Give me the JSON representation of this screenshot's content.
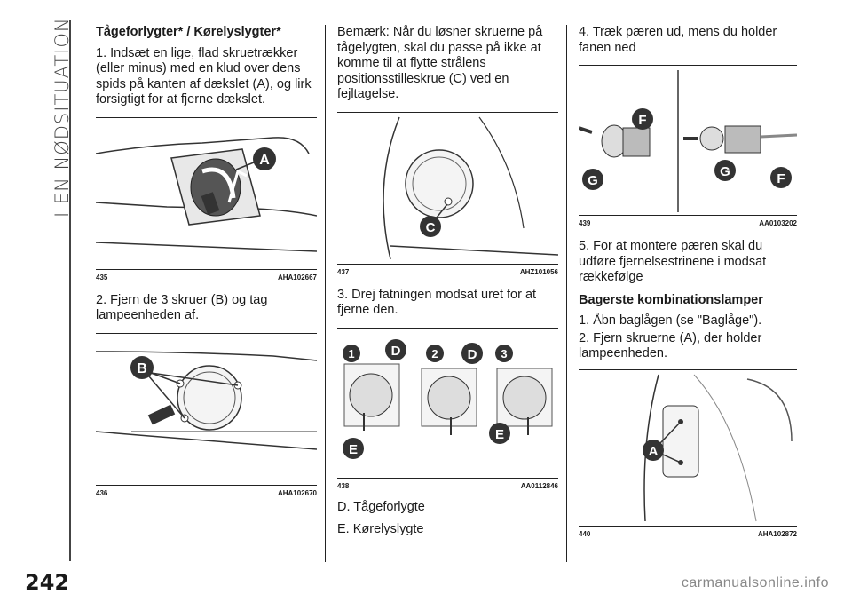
{
  "side_title": "I EN NØDSITUATION",
  "page_number": "242",
  "footer": "carmanualsonline.info",
  "col1": {
    "heading": "Tågeforlygter* / Kørelyslygter*",
    "p1": "1. Indsæt en lige, flad skruetrækker (eller minus) med en klud over dens spids på kanten af dækslet (A), og lirk forsigtigt for at fjerne dækslet.",
    "fig1": {
      "num": "435",
      "code": "AHA102667",
      "label": "A"
    },
    "p2": "2. Fjern de 3 skruer (B) og tag lampeenheden af.",
    "fig2": {
      "num": "436",
      "code": "AHA102670",
      "label": "B"
    }
  },
  "col2": {
    "p1": "Bemærk: Når du løsner skruerne på tågelygten, skal du passe på ikke at komme til at flytte strålens positionsstilleskrue (C) ved en fejltagelse.",
    "fig1": {
      "num": "437",
      "code": "AHZ101056",
      "label": "C"
    },
    "p2": "3. Drej fatningen modsat uret for at fjerne den.",
    "fig2": {
      "num": "438",
      "code": "AA0112846",
      "labels": [
        "1",
        "D",
        "2",
        "D",
        "3",
        "E",
        "E"
      ]
    },
    "p3": "D. Tågeforlygte",
    "p4": "E. Kørelyslygte"
  },
  "col3": {
    "p1": "4. Træk pæren ud, mens du holder fanen ned",
    "fig1": {
      "num": "439",
      "code": "AA0103202",
      "labels": [
        "F",
        "G",
        "G",
        "F"
      ]
    },
    "p2": "5. For at montere pæren skal du udføre fjernelsestrinene i modsat rækkefølge",
    "heading": "Bagerste kombinationslamper",
    "p3": "1. Åbn baglågen (se \"Baglåge\").",
    "p4": "2. Fjern skruerne (A), der holder lampeenheden.",
    "fig2": {
      "num": "440",
      "code": "AHA102872",
      "label": "A"
    }
  }
}
